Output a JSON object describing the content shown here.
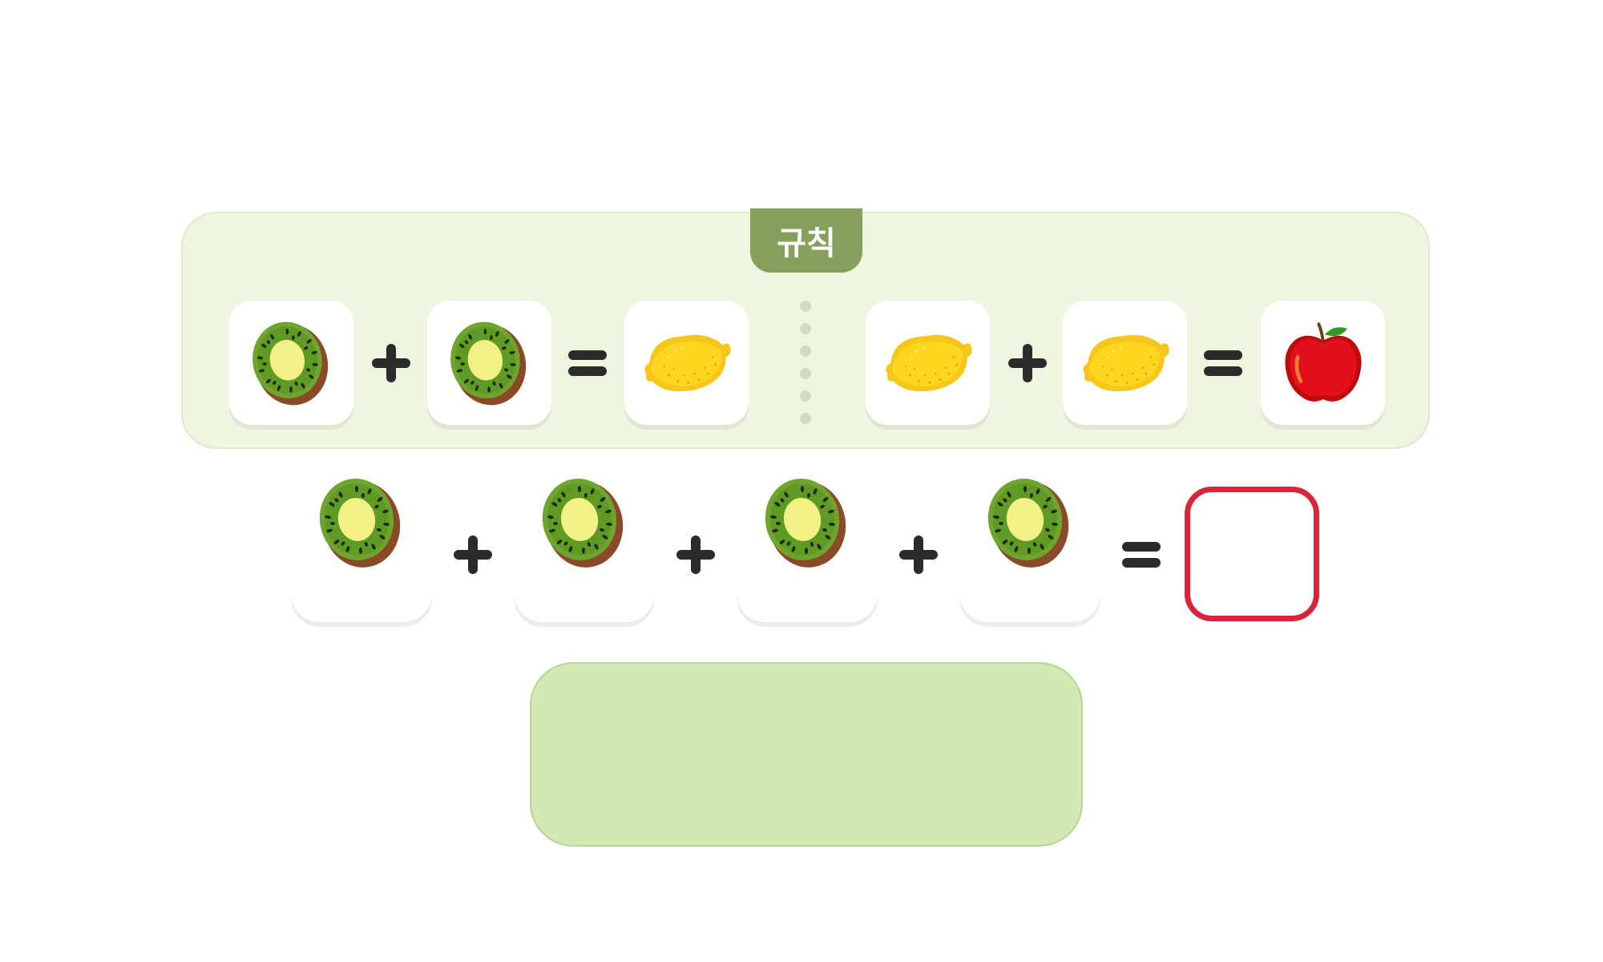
{
  "rule_panel": {
    "tab_label": "규칙",
    "rules": [
      {
        "left": [
          "kiwi",
          "kiwi"
        ],
        "operator": "+",
        "equals": "=",
        "result": "lemon"
      },
      {
        "left": [
          "lemon",
          "lemon"
        ],
        "operator": "+",
        "equals": "=",
        "result": "apple"
      }
    ]
  },
  "question": {
    "terms": [
      "kiwi",
      "kiwi",
      "kiwi",
      "kiwi"
    ],
    "operator": "+",
    "equals": "=",
    "answer_value": ""
  },
  "colors": {
    "panel_bg": "#eef6e2",
    "tab_bg": "#86a05c",
    "answer_border": "#d8253b",
    "response_bg": "#d4e8b4",
    "operator": "#2b2b2b"
  },
  "icons": {
    "kiwi": "kiwi-icon",
    "lemon": "lemon-icon",
    "apple": "apple-icon",
    "plus": "plus-icon",
    "equals": "equals-icon"
  }
}
